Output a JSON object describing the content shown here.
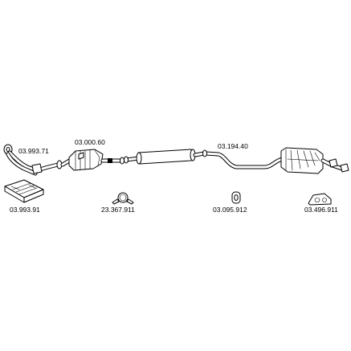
{
  "parts": [
    {
      "id": "front-pipe",
      "part_number": "03.993.71"
    },
    {
      "id": "catalytic-converter",
      "part_number": "03.000.60"
    },
    {
      "id": "mounting-kit",
      "part_number": "03.993.91"
    },
    {
      "id": "pipe-clamp",
      "part_number": "23.367.911"
    },
    {
      "id": "rubber-hanger",
      "part_number": "03.095.912"
    },
    {
      "id": "rear-silencer",
      "part_number": "03.194.40"
    },
    {
      "id": "rear-hanger",
      "part_number": "03.496.911"
    }
  ]
}
